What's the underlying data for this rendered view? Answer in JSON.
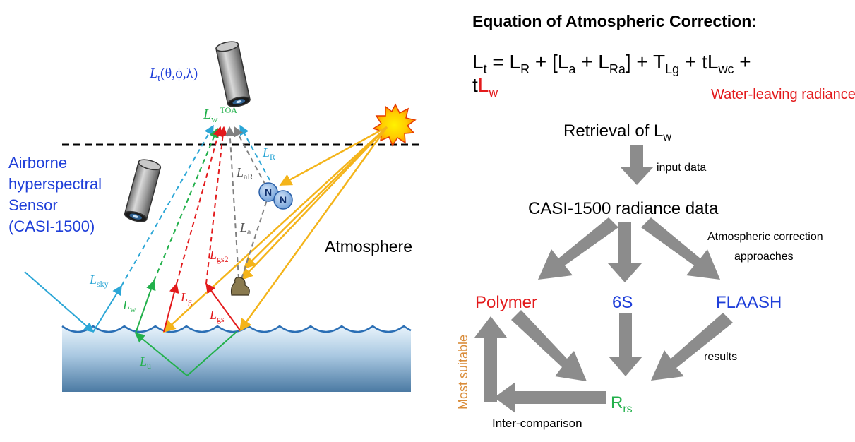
{
  "colors": {
    "blue": "#1f3fd9",
    "red": "#e31a1c",
    "green": "#22b04b",
    "cyan": "#2ba6d6",
    "orange": "#f4b41a",
    "gray_arrow": "#808080",
    "label_orange": "#d98c3a",
    "water_top": "#dfeef9",
    "water_bottom": "#4f7ca3"
  },
  "left_diagram": {
    "satellite_label": {
      "sym": "L",
      "sub": "t",
      "args": "(θ,ϕ,λ)"
    },
    "toa_label": {
      "sym": "L",
      "sub": "w",
      "sup": "TOA"
    },
    "rayleigh": {
      "sym": "L",
      "sub": "R"
    },
    "aerosol_rayleigh": {
      "sym": "L",
      "sub": "aR"
    },
    "aerosol": {
      "sym": "L",
      "sub": "a"
    },
    "glint_secondary": {
      "sym": "L",
      "sub": "gs2"
    },
    "glint": {
      "sym": "L",
      "sub": "g"
    },
    "glint_sky": {
      "sym": "L",
      "sub": "gs"
    },
    "water_leaving": {
      "sym": "L",
      "sub": "w"
    },
    "sky": {
      "sym": "L",
      "sub": "sky"
    },
    "underwater": {
      "sym": "L",
      "sub": "u"
    },
    "molecule_label": "N",
    "sensor_lines": [
      "Airborne",
      "hyperspectral",
      "Sensor",
      "(CASI-1500)"
    ],
    "atmosphere_label": "Atmosphere",
    "sun_icon": "sun-icon",
    "aerosol_icon": "aerosol-particle-icon"
  },
  "right_diagram": {
    "equation_title": "Equation of Atmospheric Correction:",
    "equation_line1": "L<sub>t</sub> = L<sub>R</sub> + [L<sub>a</sub> + L<sub>Ra</sub>] + T<sub>Lg</sub> + tL<sub>wc</sub> +",
    "equation_line2_prefix": "t",
    "equation_line2_highlight": "L<sub>w</sub>",
    "water_leaving_label": "Water-leaving radiance",
    "retrieval": "Retrieval of L<sub>w</sub>",
    "input_data": "input data",
    "casi_data": "CASI-1500 radiance data",
    "approach_line1": "Atmospheric correction",
    "approach_line2": "approaches",
    "polymer": "Polymer",
    "sixs": "6S",
    "flaash": "FLAASH",
    "results": "results",
    "rrs": "R<sub>rs</sub>",
    "most_suitable": "Most suitable",
    "inter_comparison": "Inter-comparison"
  }
}
